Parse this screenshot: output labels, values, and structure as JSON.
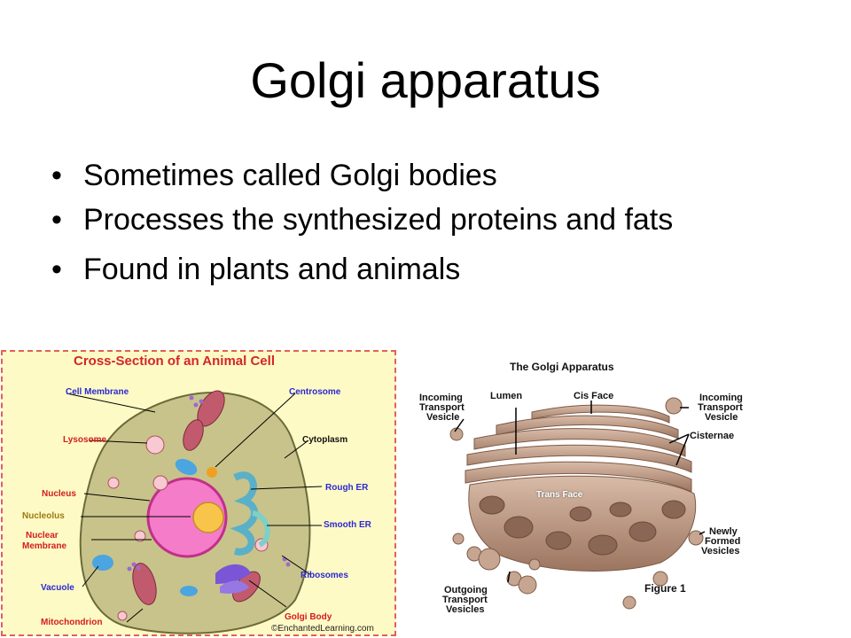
{
  "slide": {
    "title": "Golgi apparatus",
    "bullet_glyph": "•",
    "bullets": [
      "Sometimes called Golgi bodies",
      "Processes the synthesized proteins and fats",
      "Found in plants and animals"
    ]
  },
  "cell_diagram": {
    "title": "Cross-Section of an Animal Cell",
    "labels": {
      "cell_membrane": "Cell Membrane",
      "lysosome": "Lysosome",
      "nucleus": "Nucleus",
      "nucleolus": "Nucleolus",
      "nuclear_membrane_1": "Nuclear",
      "nuclear_membrane_2": "Membrane",
      "vacuole": "Vacuole",
      "mitochondrion": "Mitochondrion",
      "centrosome": "Centrosome",
      "cytoplasm": "Cytoplasm",
      "rough_er": "Rough ER",
      "smooth_er": "Smooth ER",
      "ribosomes": "Ribosomes",
      "golgi_body": "Golgi Body"
    },
    "copyright": "©EnchantedLearning.com",
    "colors": {
      "background": "#fefac6",
      "cytoplasm": "#c8c38a",
      "nucleus": "#f57cc8",
      "nucleolus": "#f8c54a",
      "mitochondrion": "#c25a6e",
      "golgi": "#7a56d6",
      "er": "#5ab0c8"
    }
  },
  "golgi_diagram": {
    "title": "The Golgi Apparatus",
    "labels": {
      "incoming_left_1": "Incoming",
      "incoming_left_2": "Transport",
      "incoming_left_3": "Vesicle",
      "lumen": "Lumen",
      "cis_face": "Cis Face",
      "incoming_right_1": "Incoming",
      "incoming_right_2": "Transport",
      "incoming_right_3": "Vesicle",
      "cisternae": "Cisternae",
      "trans_face": "Trans Face",
      "newly_1": "Newly",
      "newly_2": "Formed",
      "newly_3": "Vesicles",
      "outgoing_1": "Outgoing",
      "outgoing_2": "Transport",
      "outgoing_3": "Vesicles",
      "figure": "Figure 1"
    },
    "colors": {
      "golgi": "#b8927a",
      "golgi_dark": "#7d5b48"
    }
  }
}
